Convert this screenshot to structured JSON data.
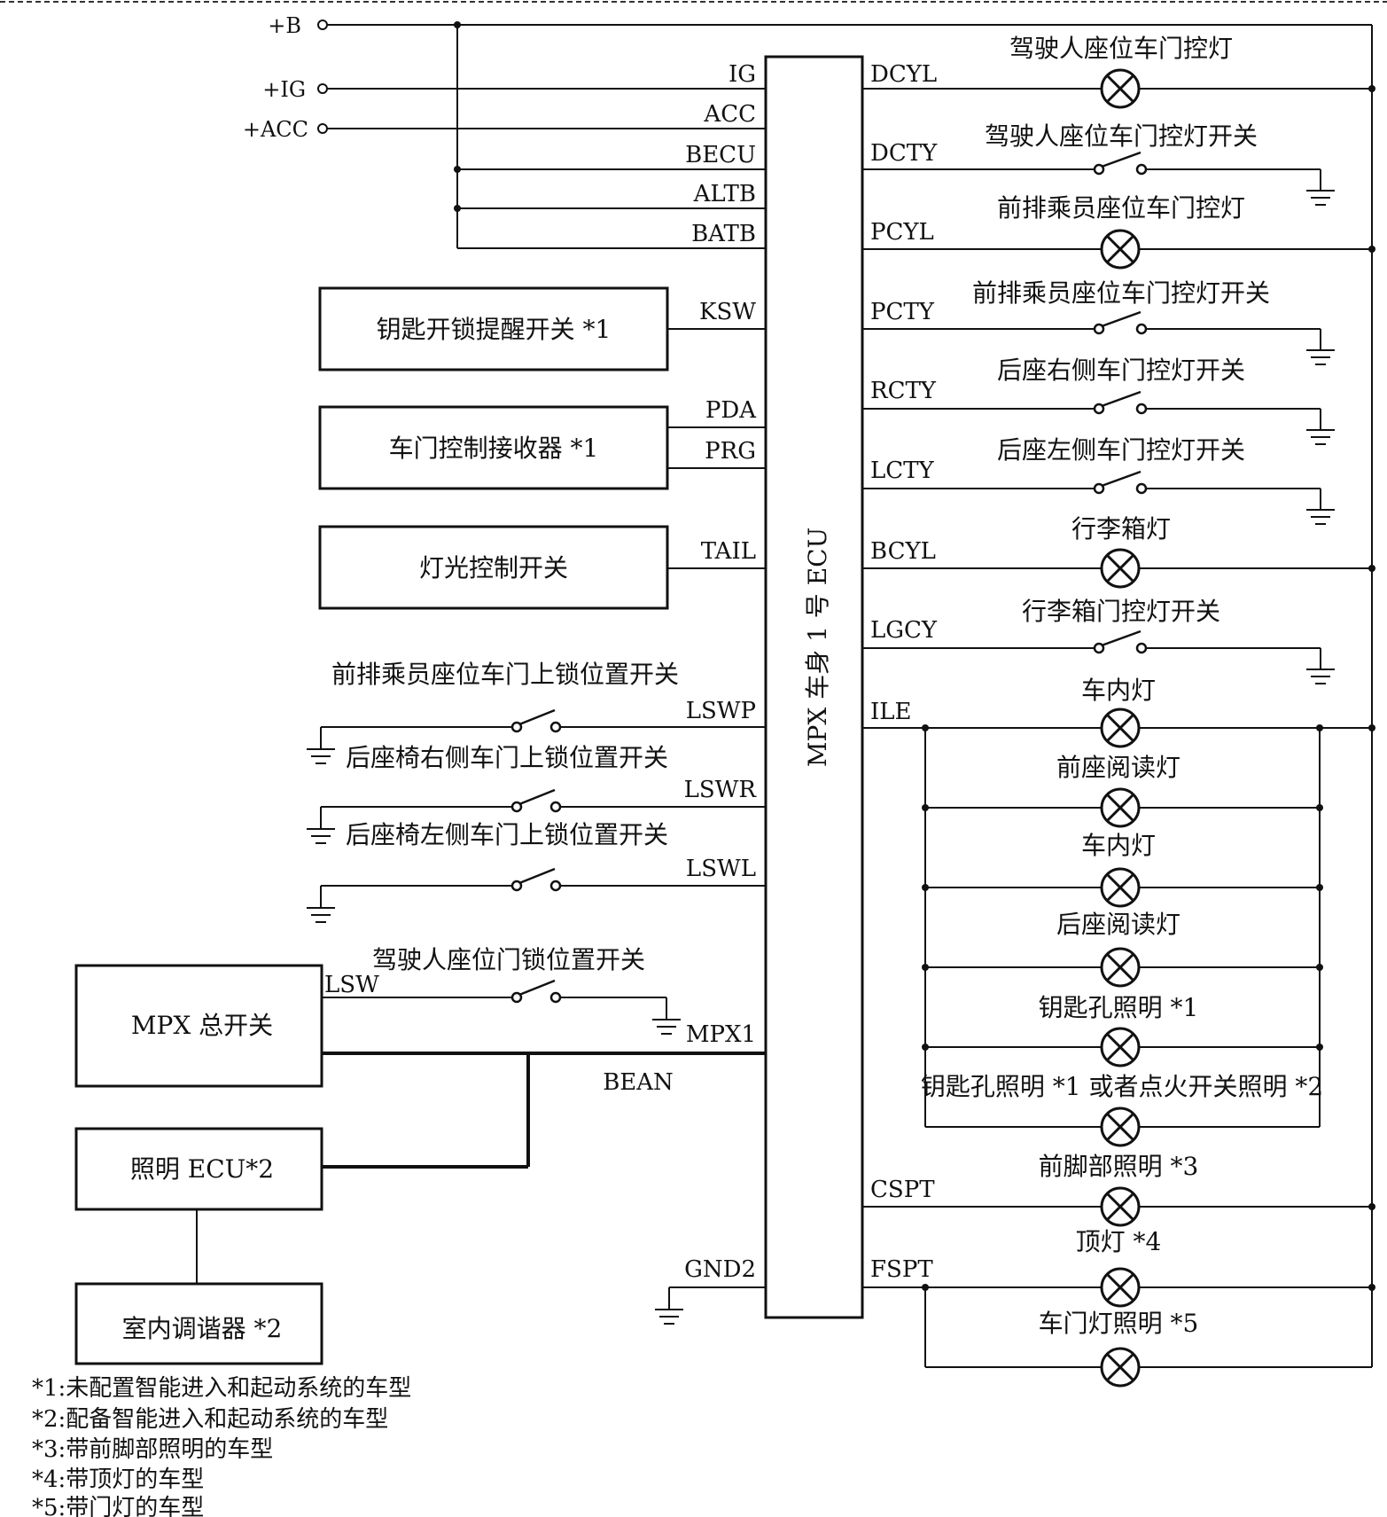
{
  "supplies": [
    {
      "label": "+B"
    },
    {
      "label": "+IG"
    },
    {
      "label": "+ACC"
    }
  ],
  "ecu": {
    "label": "MPX 车身 1 号 ECU"
  },
  "left_pins": [
    {
      "label": "IG"
    },
    {
      "label": "ACC"
    },
    {
      "label": "BECU"
    },
    {
      "label": "ALTB"
    },
    {
      "label": "BATB"
    },
    {
      "label": "KSW"
    },
    {
      "label": "PDA"
    },
    {
      "label": "PRG"
    },
    {
      "label": "TAIL"
    },
    {
      "label": "LSWP"
    },
    {
      "label": "LSWR"
    },
    {
      "label": "LSWL"
    },
    {
      "label": "LSW"
    },
    {
      "label": "MPX1"
    },
    {
      "label": "BEAN"
    },
    {
      "label": "GND2"
    }
  ],
  "left_components": [
    {
      "label": "钥匙开锁提醒开关 *1"
    },
    {
      "label": "车门控制接收器 *1"
    },
    {
      "label": "灯光控制开关"
    },
    {
      "label": "前排乘员座位车门上锁位置开关"
    },
    {
      "label": "后座椅右侧车门上锁位置开关"
    },
    {
      "label": "后座椅左侧车门上锁位置开关"
    },
    {
      "label": "驾驶人座位门锁位置开关"
    },
    {
      "label": "MPX 总开关"
    },
    {
      "label": "照明 ECU*2"
    },
    {
      "label": "室内调谐器 *2"
    }
  ],
  "right_pins": [
    {
      "label": "DCYL"
    },
    {
      "label": "DCTY"
    },
    {
      "label": "PCYL"
    },
    {
      "label": "PCTY"
    },
    {
      "label": "RCTY"
    },
    {
      "label": "LCTY"
    },
    {
      "label": "BCYL"
    },
    {
      "label": "LGCY"
    },
    {
      "label": "ILE"
    },
    {
      "label": "CSPT"
    },
    {
      "label": "FSPT"
    }
  ],
  "right_components": [
    {
      "label": "驾驶人座位车门控灯",
      "kind": "lamp"
    },
    {
      "label": "驾驶人座位车门控灯开关",
      "kind": "switch"
    },
    {
      "label": "前排乘员座位车门控灯",
      "kind": "lamp"
    },
    {
      "label": "前排乘员座位车门控灯开关",
      "kind": "switch"
    },
    {
      "label": "后座右侧车门控灯开关",
      "kind": "switch"
    },
    {
      "label": "后座左侧车门控灯开关",
      "kind": "switch"
    },
    {
      "label": "行李箱灯",
      "kind": "lamp"
    },
    {
      "label": "行李箱门控灯开关",
      "kind": "switch"
    },
    {
      "label": "车内灯",
      "kind": "lamp"
    },
    {
      "label": "前座阅读灯",
      "kind": "lamp"
    },
    {
      "label": "车内灯",
      "kind": "lamp"
    },
    {
      "label": "后座阅读灯",
      "kind": "lamp"
    },
    {
      "label": "钥匙孔照明 *1",
      "kind": "lamp"
    },
    {
      "label": "钥匙孔照明 *1 或者点火开关照明 *2",
      "kind": "lamp"
    },
    {
      "label": "前脚部照明 *3",
      "kind": "lamp"
    },
    {
      "label": "顶灯 *4",
      "kind": "lamp"
    },
    {
      "label": "车门灯照明 *5",
      "kind": "lamp"
    }
  ],
  "notes": [
    {
      "label": "*1:未配置智能进入和起动系统的车型"
    },
    {
      "label": "*2:配备智能进入和起动系统的车型"
    },
    {
      "label": "*3:带前脚部照明的车型"
    },
    {
      "label": "*4:带顶灯的车型"
    },
    {
      "label": "*5:带门灯的车型"
    }
  ]
}
